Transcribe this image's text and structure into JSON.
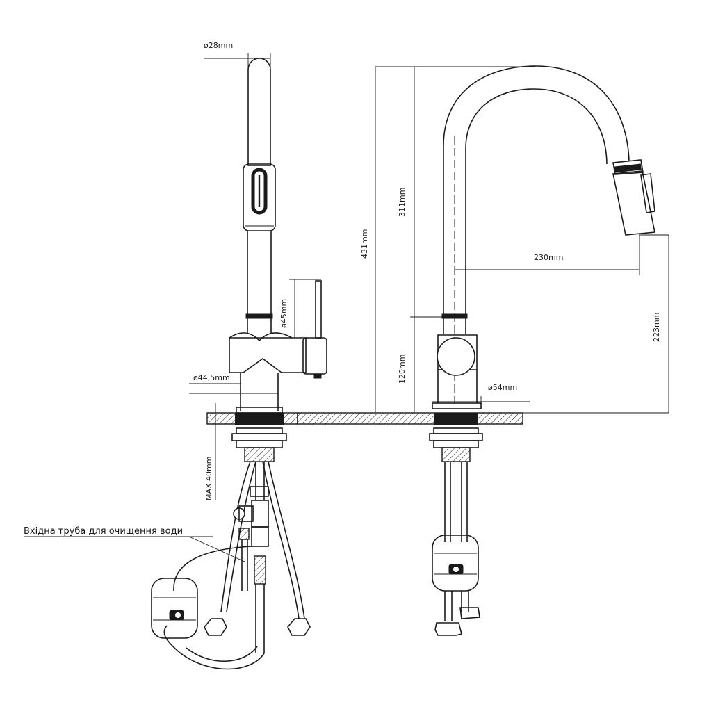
{
  "labels": {
    "dia_spout": "ø28mm",
    "dia_handle": "ø45mm",
    "dia_body": "ø44,5mm",
    "dia_base": "ø54mm",
    "max_deck": "MAX 40mm",
    "height_total": "431mm",
    "height_spout": "311mm",
    "height_body": "120mm",
    "reach": "230mm",
    "height_outlet": "223mm"
  },
  "note": "Вхідна труба для очищення води"
}
